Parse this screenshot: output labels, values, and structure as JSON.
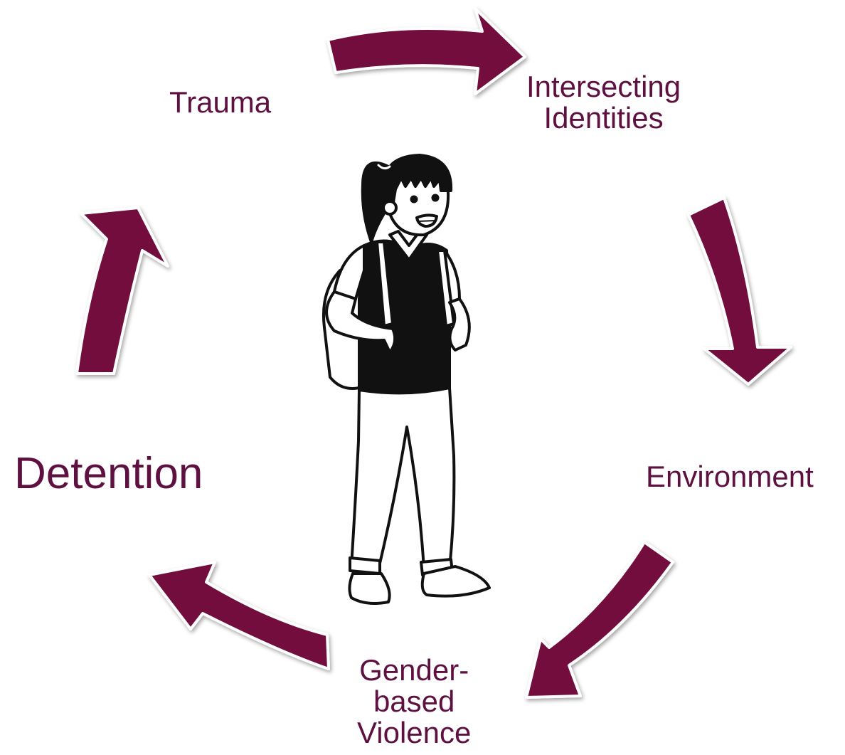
{
  "diagram": {
    "accent_color": "#72083c",
    "text_color": "#5e1040",
    "nodes": [
      {
        "id": "trauma",
        "lines": [
          "Trauma"
        ]
      },
      {
        "id": "identities",
        "lines": [
          "Intersecting",
          "Identities"
        ]
      },
      {
        "id": "environment",
        "lines": [
          "Environment"
        ]
      },
      {
        "id": "gbv",
        "lines": [
          "Gender-",
          "based",
          "Violence"
        ]
      },
      {
        "id": "detention",
        "lines": [
          "Detention"
        ]
      }
    ],
    "center_figure": "girl-with-backpack-illustration"
  }
}
